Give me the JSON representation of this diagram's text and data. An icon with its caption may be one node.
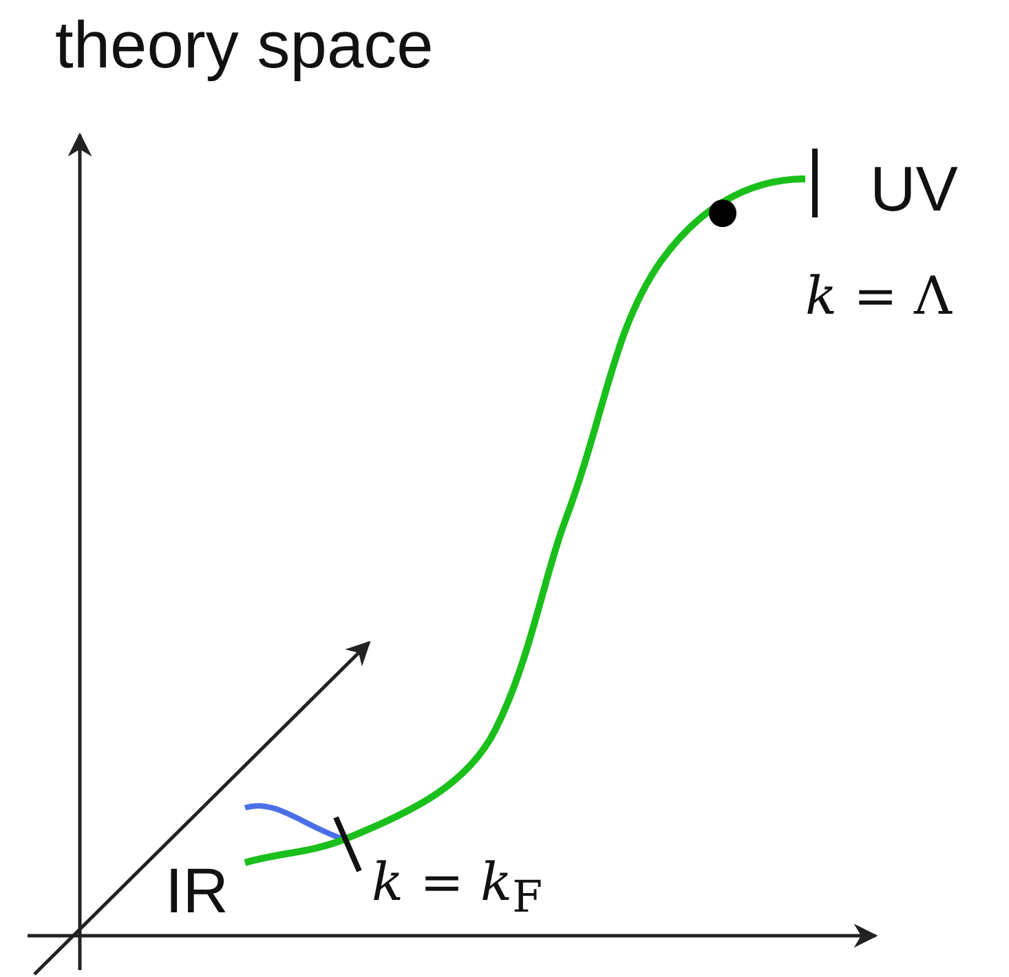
{
  "diagram": {
    "title": "theory space",
    "labels": [
      "UV",
      "*k* = Λ",
      "IR",
      "*k* = *k*$_{F}$"
    ]
  }
}
